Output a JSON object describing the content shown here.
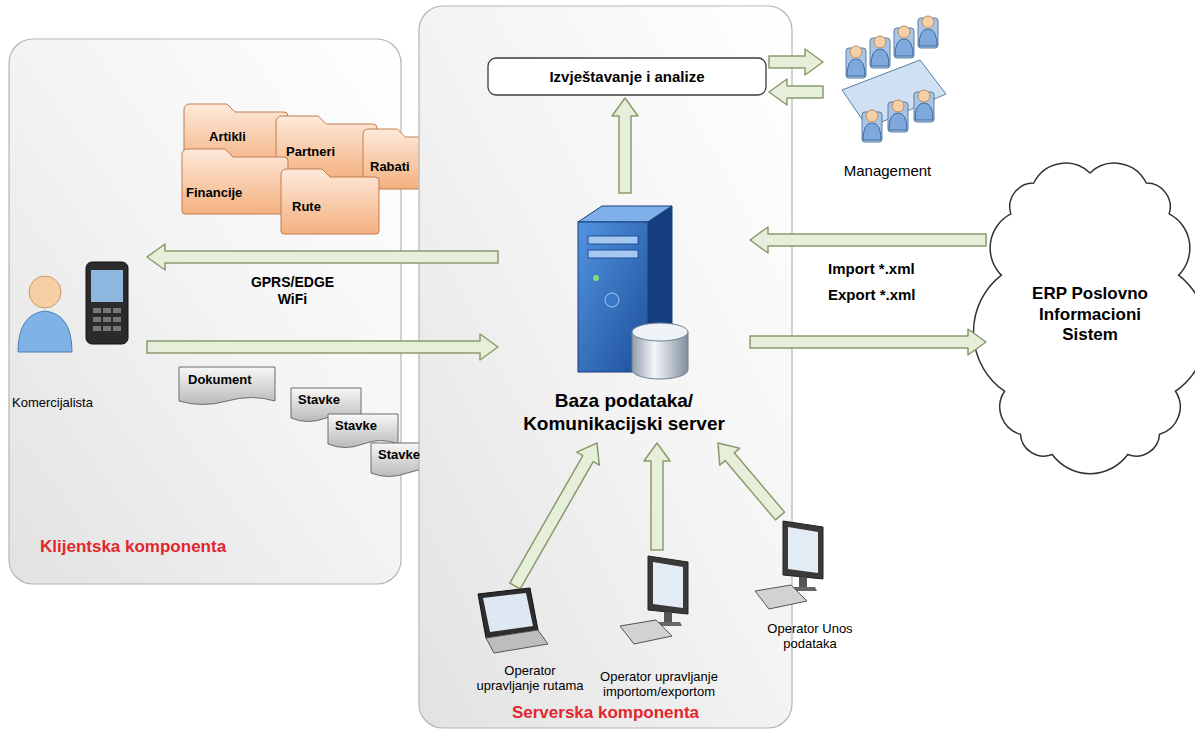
{
  "diagram": {
    "nodes": [
      {
        "text": [
          "Klijentska komponenta"
        ]
      },
      {
        "text": [
          "Serverska komponenta"
        ]
      },
      {
        "text": [
          "Artikli"
        ],
        "in": 0
      },
      {
        "text": [
          "Partneri"
        ],
        "in": 0
      },
      {
        "text": [
          "Rabati"
        ],
        "in": 0
      },
      {
        "text": [
          "Financije"
        ],
        "in": 0
      },
      {
        "text": [
          "Rute"
        ],
        "in": 0
      },
      {
        "text": [
          "Komercijalista"
        ],
        "in": 0
      },
      {
        "text": [
          "Dokument"
        ],
        "in": 0
      },
      {
        "text": [
          "Stavke"
        ],
        "in": 0
      },
      {
        "text": [
          "Stavke"
        ],
        "in": 0
      },
      {
        "text": [
          "Stavke"
        ],
        "in": 0
      },
      {
        "text": [
          "Izvještavanje i analize"
        ],
        "in": 1
      },
      {
        "text": [
          "Baza podataka/ Komunikacijski server"
        ],
        "in": 1
      },
      {
        "text": [
          "Management"
        ]
      },
      {
        "text": [
          "ERP Poslovno Informacioni Sistem"
        ]
      },
      {
        "text": [
          "Operator upravljanje rutama"
        ],
        "in": 1
      },
      {
        "text": [
          "Operator upravljanje importom/exportom"
        ],
        "in": 1
      },
      {
        "text": [
          "Operator Unos podataka"
        ],
        "in": 1
      }
    ],
    "edges": [
      {
        "from": 13,
        "to": 7,
        "arrow": "to"
      },
      {
        "from": 7,
        "to": 13,
        "arrow": "to"
      },
      {
        "from": 13,
        "to": 12,
        "arrow": "to"
      },
      {
        "from": 12,
        "to": 14,
        "arrow": "to"
      },
      {
        "from": 14,
        "to": 12,
        "arrow": "to"
      },
      {
        "from": 15,
        "to": 13,
        "arrow": "to",
        "label": "Import *.xml"
      },
      {
        "from": 13,
        "to": 15,
        "arrow": "to",
        "label": "Export *.xml"
      },
      {
        "from": 16,
        "to": 13,
        "arrow": "to"
      },
      {
        "from": 17,
        "to": 13,
        "arrow": "to"
      },
      {
        "from": 18,
        "to": 13,
        "arrow": "to"
      }
    ],
    "labels": [
      "GPRS/EDGE WiFi"
    ]
  }
}
